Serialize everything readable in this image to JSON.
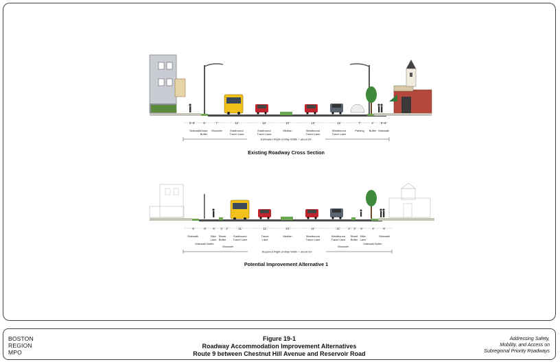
{
  "existing": {
    "title": "Existing Roadway Cross Section",
    "row_width": "Estimated Right-of-Way Width = about 93'",
    "dims": [
      "5'–6'",
      "6'",
      "7'",
      "12'",
      "12'",
      "10'",
      "12'",
      "12'",
      "7'",
      "4'",
      "5'–8'"
    ],
    "labels": [
      [
        "Sidewalk"
      ],
      [
        "Grass",
        "Buffer"
      ],
      [
        "Shoulder"
      ],
      [
        "Eastbound",
        "Travel Lane"
      ],
      [
        "Eastbound",
        "Travel Lane"
      ],
      [
        "Median"
      ],
      [
        "Westbound",
        "Travel Lane"
      ],
      [
        "Westbound",
        "Travel Lane"
      ],
      [
        "Parking"
      ],
      [
        "Buffer"
      ],
      [
        "Sidewalk"
      ]
    ]
  },
  "alternative": {
    "title": "Potential Improvement Alternative 1",
    "row_width": "Required Right-of-Way Width = about 93'",
    "dims": [
      "6'",
      "6'",
      "5'",
      "3'",
      "2'",
      "11'",
      "11'",
      "10'",
      "11'",
      "11'",
      "2'",
      "3'",
      "5'",
      "4'",
      "6'"
    ],
    "labels_top": [
      "Sidewalk",
      "Bike Lane",
      "Street Buffer",
      "Eastbound Travel Lane",
      "Travel Lane",
      "Median",
      "Westbound Travel Lane",
      "Westbound Travel Lane",
      "Street Buffer",
      "Bike Lane",
      "Sidewalk"
    ],
    "labels_bottom": [
      "Sidewalk Buffer",
      "Shoulder",
      "Shoulder",
      "Sidewalk Buffer"
    ]
  },
  "footer": {
    "org_lines": [
      "BOSTON",
      "REGION",
      "MPO"
    ],
    "figure_lines": [
      "Figure 19-1",
      "Roadway Accommodation Improvement Alternatives",
      "Route 9 between Chestnut Hill Avenue and Reservoir Road"
    ],
    "report_lines": [
      "Addressing Safety,",
      "Mobility, and Access on",
      "Subregional Priority Roadways"
    ]
  },
  "colors": {
    "bus": "#f2c21a",
    "car_red": "#c0242c",
    "car_gray": "#5a6470",
    "grass": "#6aa84f",
    "brick": "#b5483d",
    "house_siding": "#c9ccd3"
  }
}
